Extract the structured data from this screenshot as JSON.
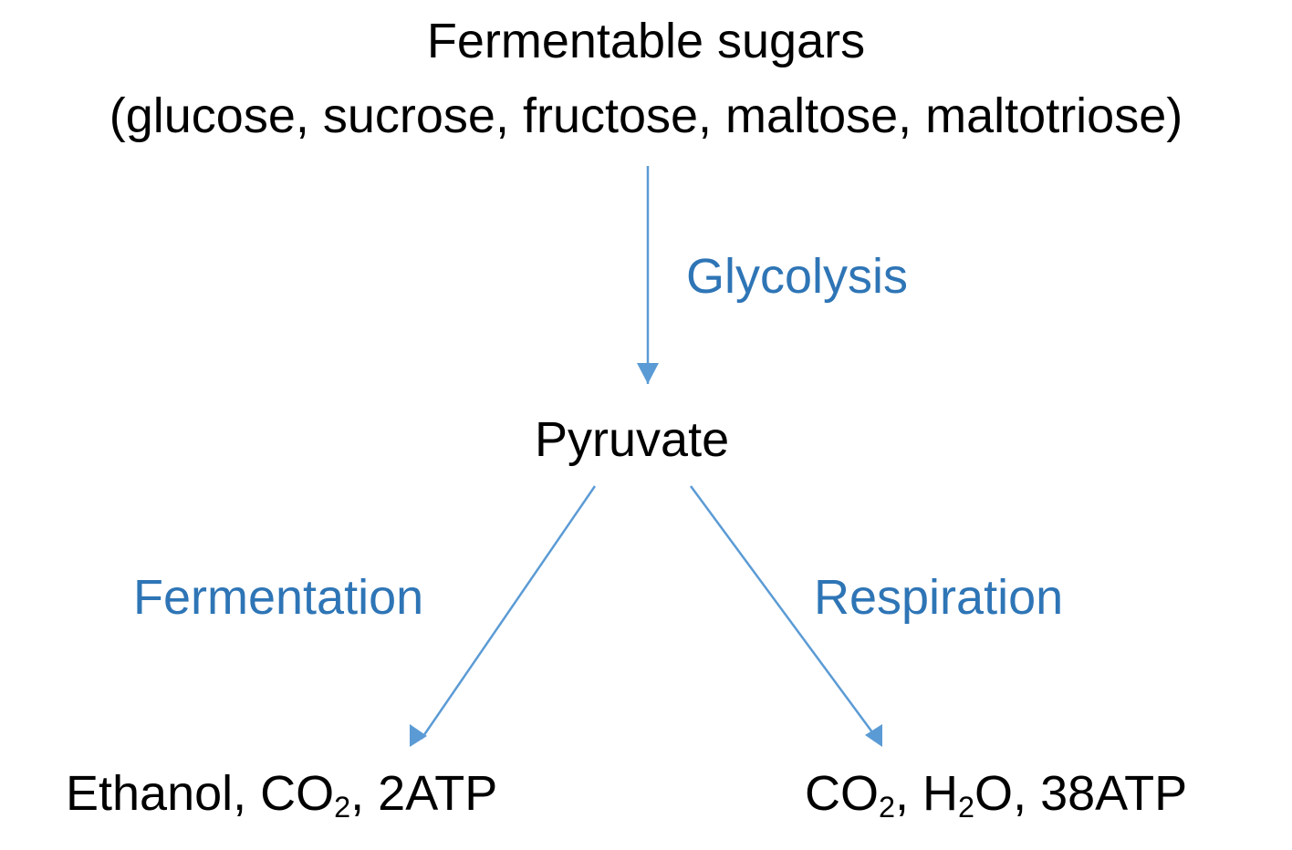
{
  "colors": {
    "text": "#000000",
    "process": "#2E75B6",
    "arrow": "#5B9BD5"
  },
  "substrate": {
    "name": "Fermentable sugars",
    "examples": "(glucose, sucrose, fructose, maltose, maltotriose)"
  },
  "intermediate": "Pyruvate",
  "processes": {
    "glycolysis": "Glycolysis",
    "fermentation": "Fermentation",
    "respiration": "Respiration"
  },
  "products": {
    "fermentation": {
      "ethanol": "Ethanol, CO",
      "co2_sub": "2",
      "atp": ", 2ATP"
    },
    "respiration": {
      "co2": "CO",
      "co2_sub": "2",
      "h2o_h": ", H",
      "h2o_sub": "2",
      "h2o_o": "O",
      "atp": ", 38ATP"
    }
  }
}
